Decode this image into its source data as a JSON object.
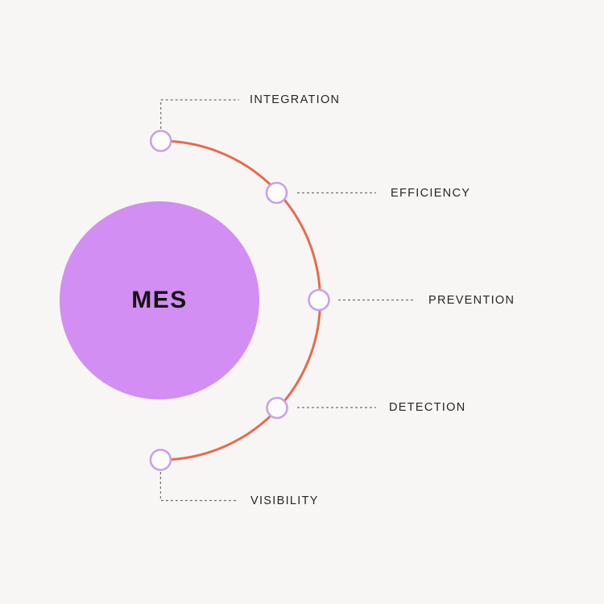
{
  "diagram": {
    "center": {
      "label": "MES"
    },
    "items": [
      {
        "label": "INTEGRATION"
      },
      {
        "label": "EFFICIENCY"
      },
      {
        "label": "PREVENTION"
      },
      {
        "label": "DETECTION"
      },
      {
        "label": "VISIBILITY"
      }
    ],
    "colors": {
      "background": "#f7f6f4",
      "center_circle": "#d28ef2",
      "center_text": "#141414",
      "arc": "#e86a4b",
      "node_border": "#c9a1ea",
      "node_fill": "#fdfcfd",
      "connector": "#6f6f6f",
      "label_text": "#262626"
    }
  }
}
